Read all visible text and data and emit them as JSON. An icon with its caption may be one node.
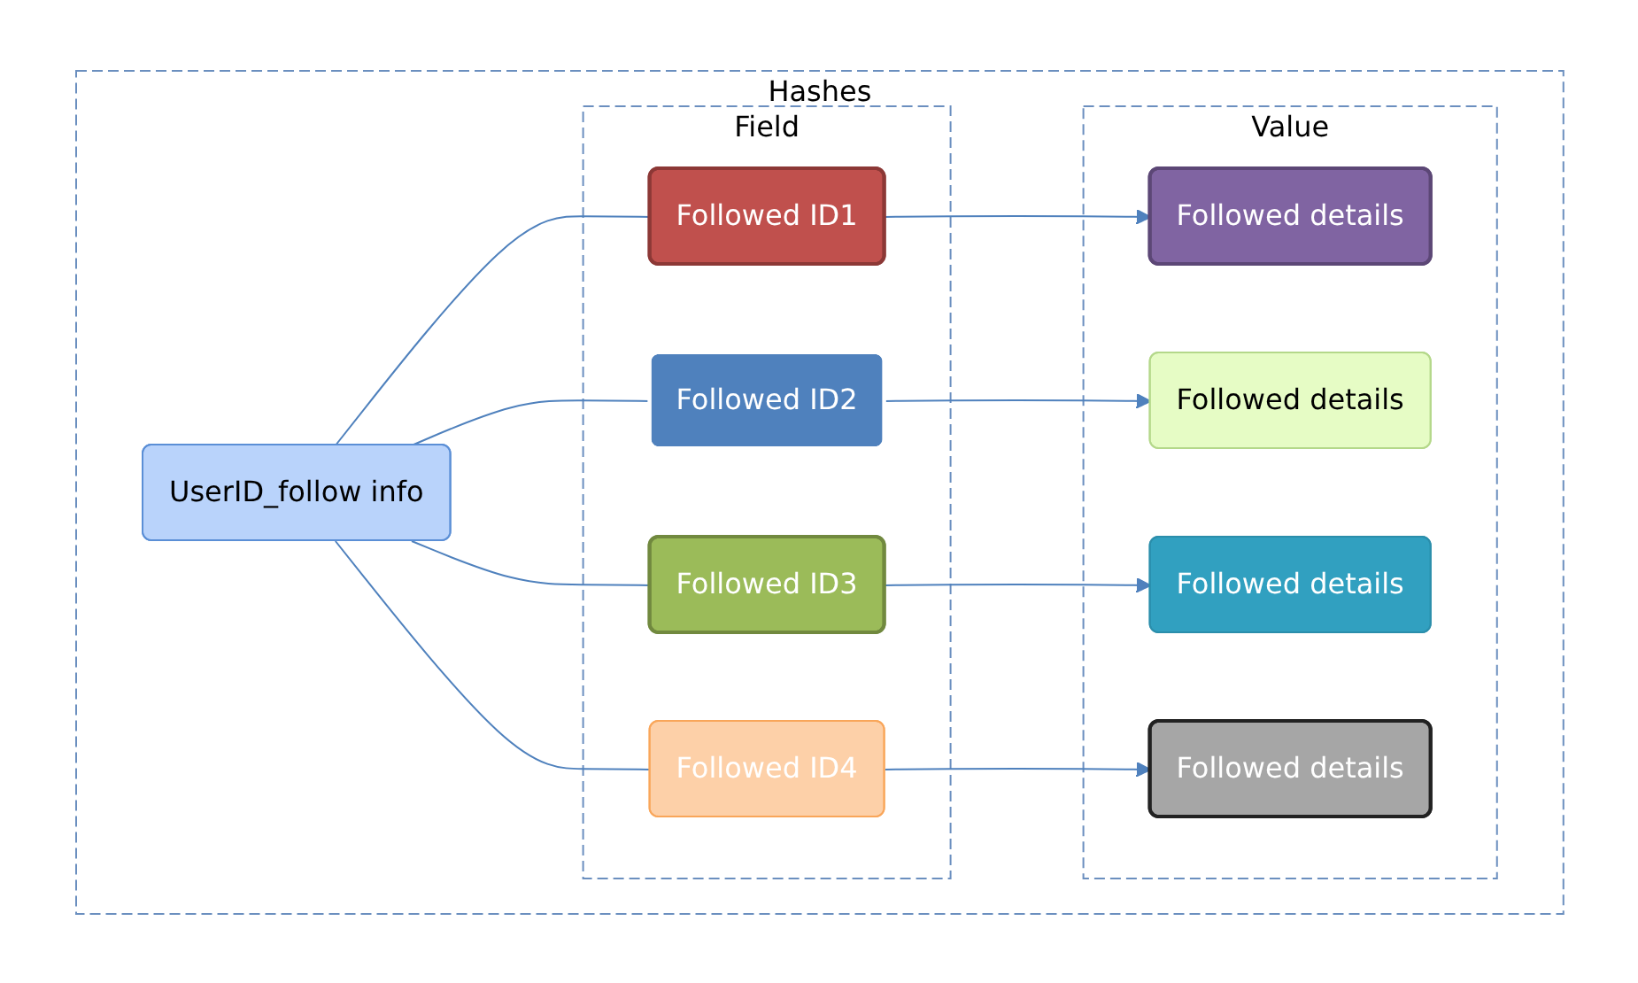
{
  "diagram": {
    "nodes": [
      {
        "text": [
          "Hashes"
        ]
      },
      {
        "text": [
          "UserID_follow info"
        ],
        "in": 0
      },
      {
        "text": [
          "Field"
        ],
        "in": 0
      },
      {
        "text": [
          "Followed ID1"
        ],
        "in": 2
      },
      {
        "text": [
          "Followed ID2"
        ],
        "in": 2
      },
      {
        "text": [
          "Followed ID3"
        ],
        "in": 2
      },
      {
        "text": [
          "Followed ID4"
        ],
        "in": 2
      },
      {
        "text": [
          "Value"
        ],
        "in": 0
      },
      {
        "text": [
          "Followed details"
        ],
        "in": 7
      },
      {
        "text": [
          "Followed details"
        ],
        "in": 7
      },
      {
        "text": [
          "Followed details"
        ],
        "in": 7
      },
      {
        "text": [
          "Followed details"
        ],
        "in": 7
      }
    ],
    "edges": [
      {
        "from": 1,
        "to": 3,
        "arrow": "none"
      },
      {
        "from": 1,
        "to": 4,
        "arrow": "none"
      },
      {
        "from": 1,
        "to": 5,
        "arrow": "none"
      },
      {
        "from": 1,
        "to": 6,
        "arrow": "none"
      },
      {
        "from": 3,
        "to": 8,
        "arrow": "to"
      },
      {
        "from": 4,
        "to": 9,
        "arrow": "to"
      },
      {
        "from": 5,
        "to": 10,
        "arrow": "to"
      },
      {
        "from": 6,
        "to": 11,
        "arrow": "to"
      }
    ]
  }
}
